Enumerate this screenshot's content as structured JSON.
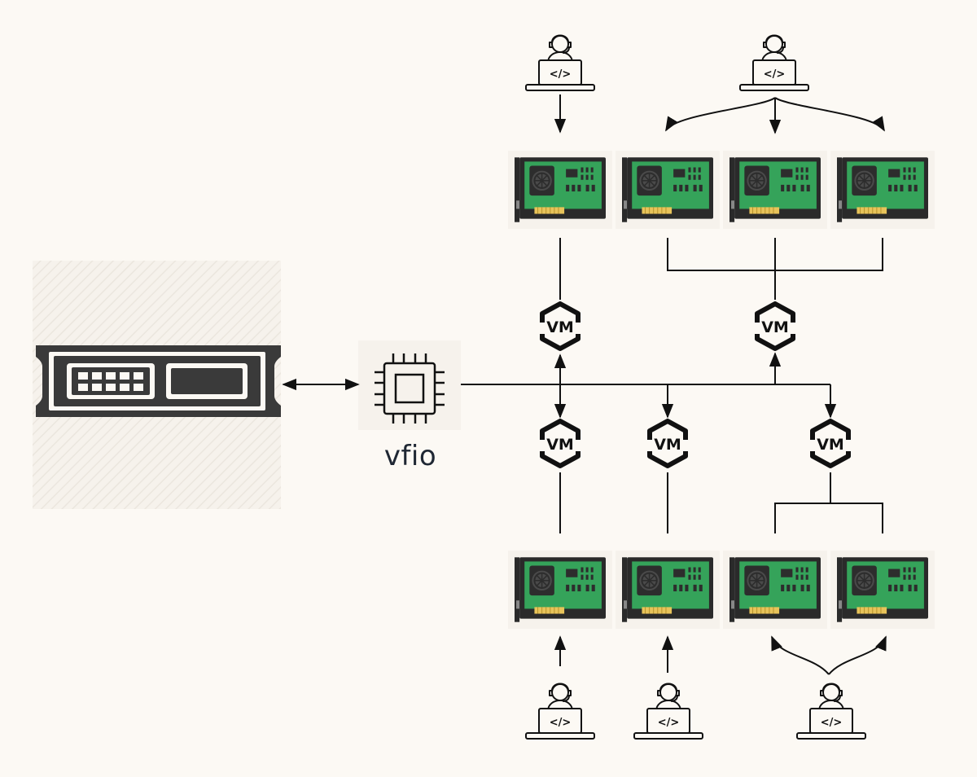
{
  "colors": {
    "background": "#fcf9f4",
    "line": "#111111",
    "pcb_green": "#35a35a",
    "bracket": "#2a2a2a",
    "gold": "#e7c35a",
    "server": "#3a3a3a"
  },
  "host": {
    "icon": "rack-server-icon"
  },
  "passthrough": {
    "icon": "cpu-chip-icon",
    "label": "vfio"
  },
  "vm_badge_text": "VM",
  "developer_code_glyph": "</>",
  "top_groups": [
    {
      "vm": "VM",
      "gpus": 1,
      "developers": 1
    },
    {
      "vm": "VM",
      "gpus": 3,
      "developers": 1
    }
  ],
  "bottom_groups": [
    {
      "vm": "VM",
      "gpus": 1,
      "developers": 1
    },
    {
      "vm": "VM",
      "gpus": 1,
      "developers": 1
    },
    {
      "vm": "VM",
      "gpus": 2,
      "developers": 1
    }
  ]
}
